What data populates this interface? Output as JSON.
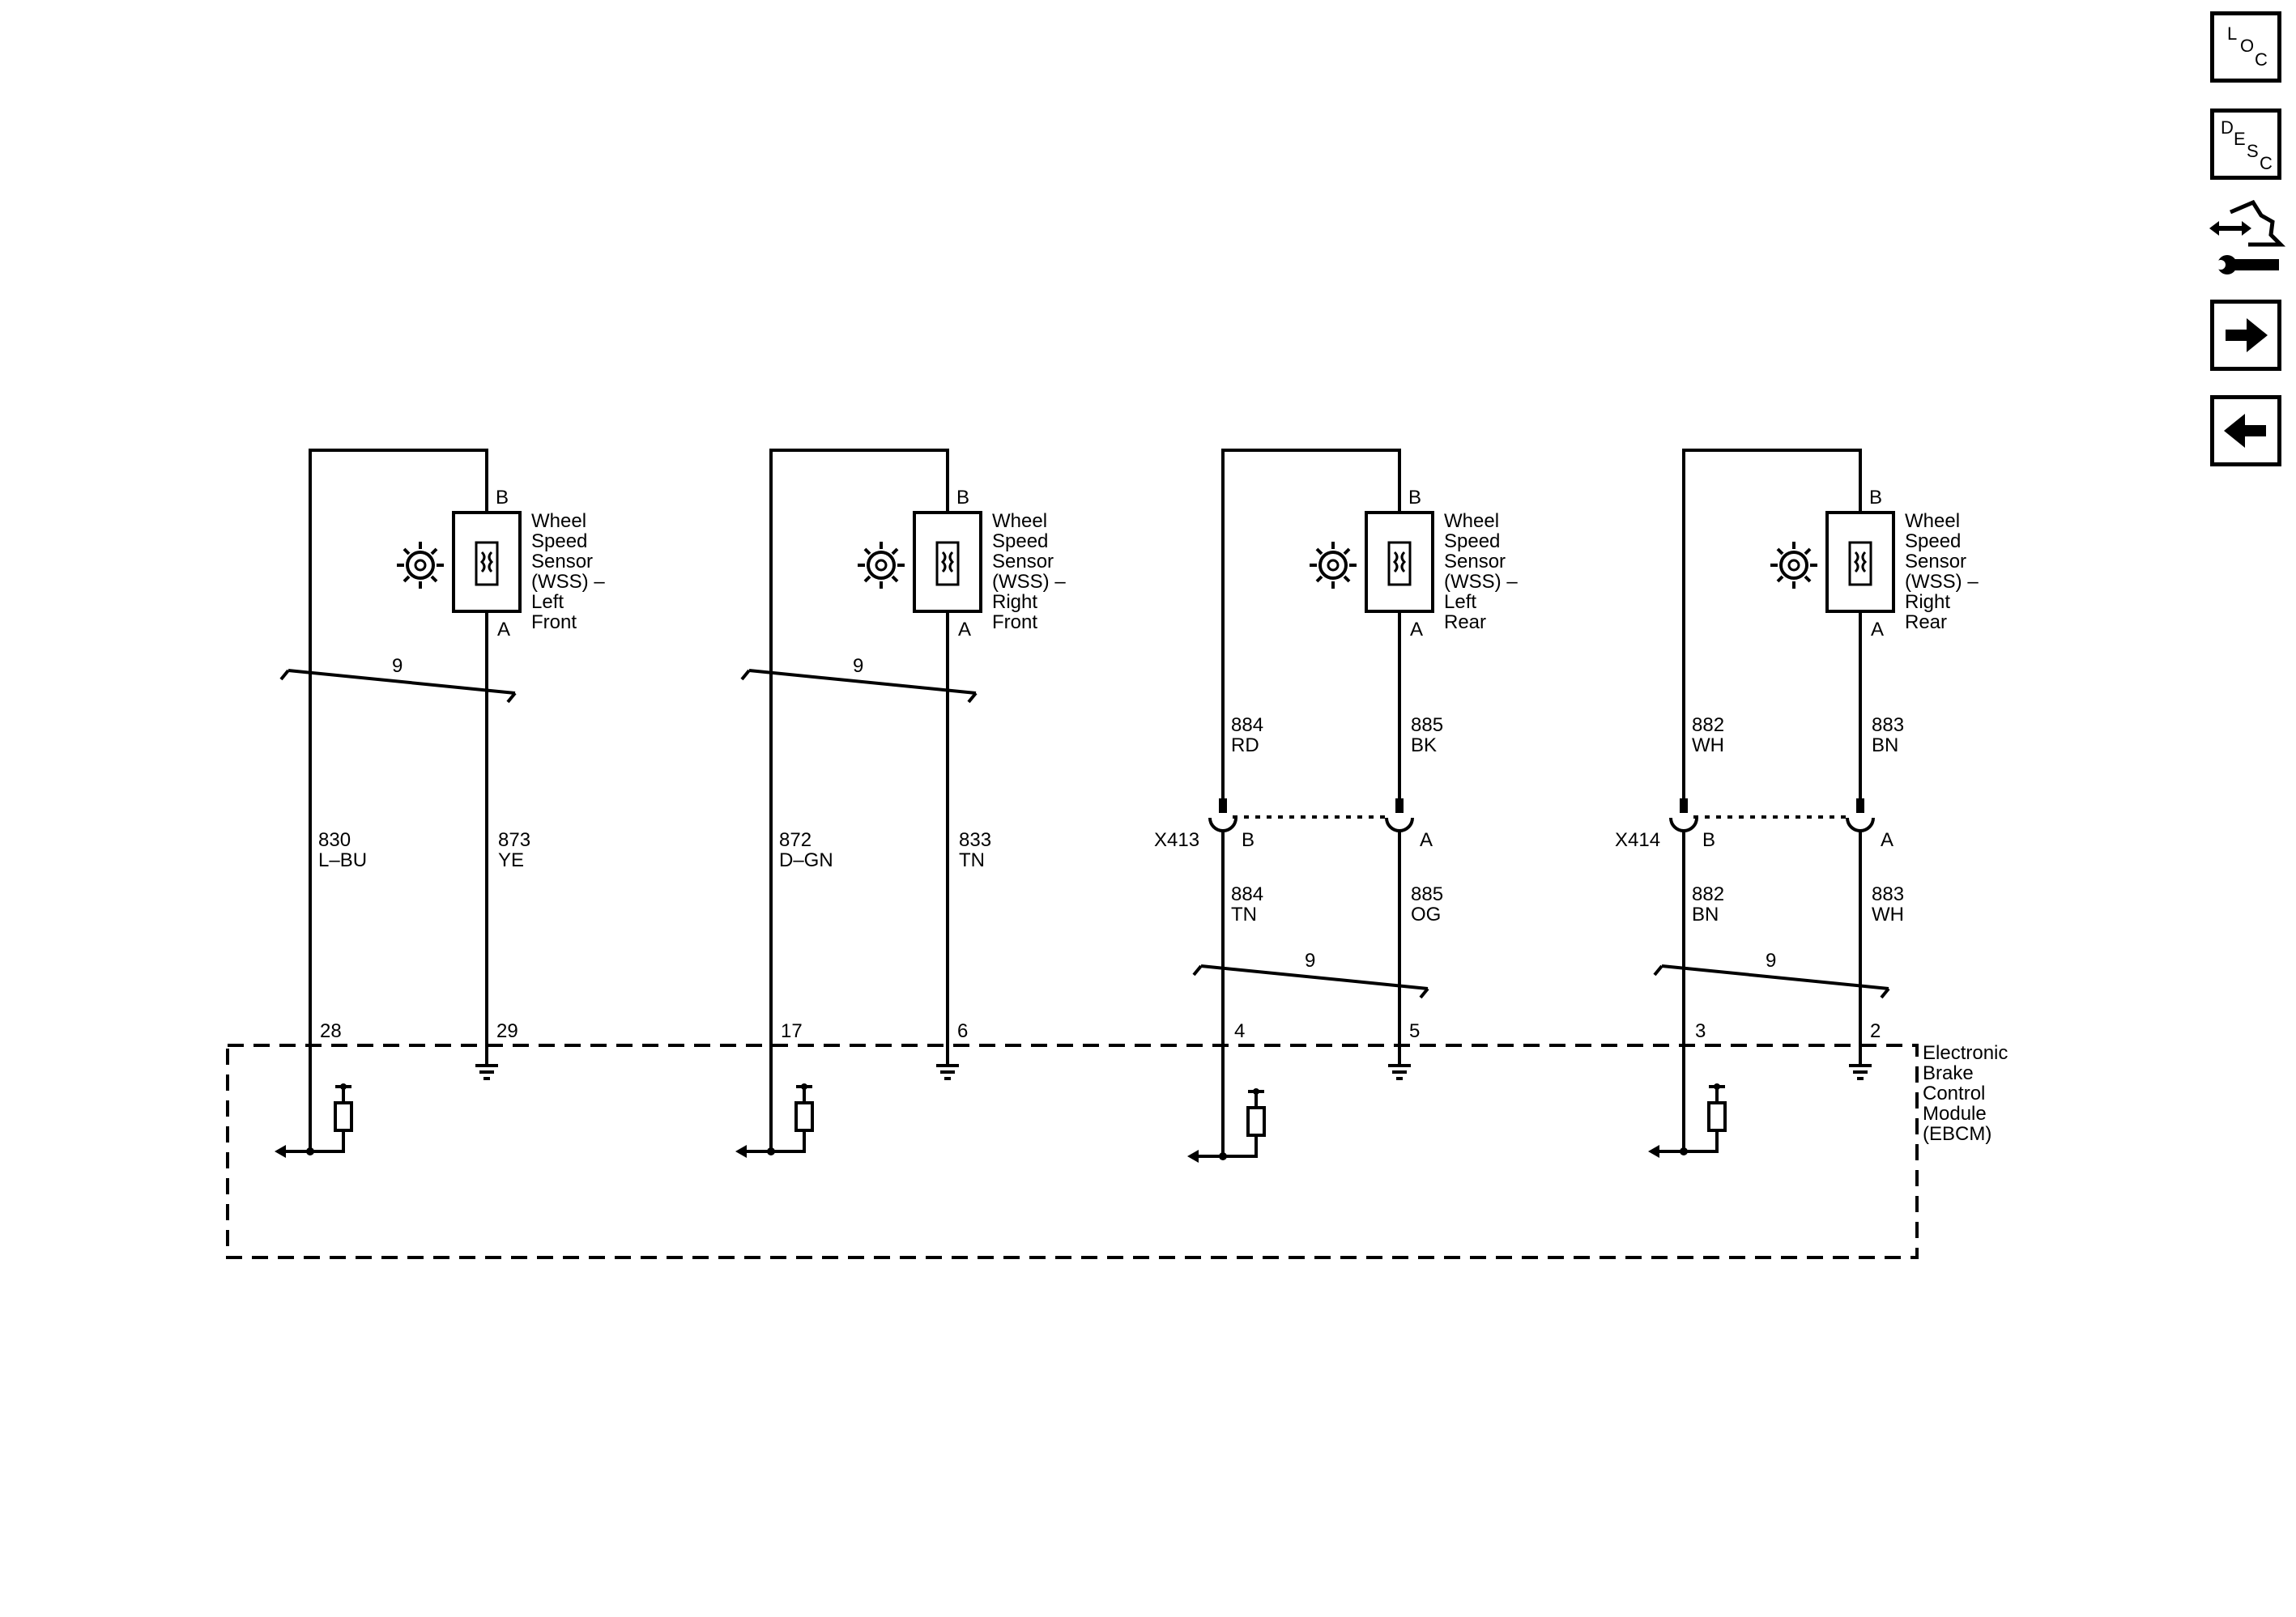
{
  "sensors": [
    {
      "lines": [
        "Wheel",
        "Speed",
        "Sensor",
        "(WSS) –",
        "Left",
        "Front"
      ],
      "pin_b": "B",
      "pin_a": "A"
    },
    {
      "lines": [
        "Wheel",
        "Speed",
        "Sensor",
        "(WSS) –",
        "Right",
        "Front"
      ],
      "pin_b": "B",
      "pin_a": "A"
    },
    {
      "lines": [
        "Wheel",
        "Speed",
        "Sensor",
        "(WSS) –",
        "Left",
        "Rear"
      ],
      "pin_b": "B",
      "pin_a": "A"
    },
    {
      "lines": [
        "Wheel",
        "Speed",
        "Sensor",
        "(WSS) –",
        "Right",
        "Rear"
      ],
      "pin_b": "B",
      "pin_a": "A"
    }
  ],
  "twist_labels": [
    "9",
    "9",
    "9",
    "9"
  ],
  "circuits": {
    "lf_left": {
      "num": "830",
      "color": "L–BU",
      "pin": "28"
    },
    "lf_right": {
      "num": "873",
      "color": "YE",
      "pin": "29"
    },
    "rf_left": {
      "num": "872",
      "color": "D–GN",
      "pin": "17"
    },
    "rf_right": {
      "num": "833",
      "color": "TN",
      "pin": "6"
    },
    "lr_left_upper": {
      "num": "884",
      "color": "RD"
    },
    "lr_right_upper": {
      "num": "885",
      "color": "BK"
    },
    "lr_left_lower": {
      "num": "884",
      "color": "TN",
      "pin": "4"
    },
    "lr_right_lower": {
      "num": "885",
      "color": "OG",
      "pin": "5"
    },
    "rr_left_upper": {
      "num": "882",
      "color": "WH"
    },
    "rr_right_upper": {
      "num": "883",
      "color": "BN"
    },
    "rr_left_lower": {
      "num": "882",
      "color": "BN",
      "pin": "3"
    },
    "rr_right_lower": {
      "num": "883",
      "color": "WH",
      "pin": "2"
    }
  },
  "connectors": [
    {
      "name": "X413",
      "pin_left": "B",
      "pin_right": "A"
    },
    {
      "name": "X414",
      "pin_left": "B",
      "pin_right": "A"
    }
  ],
  "module": {
    "lines": [
      "Electronic",
      "Brake",
      "Control",
      "Module",
      "(EBCM)"
    ]
  },
  "nav": {
    "loc": [
      "L",
      "O",
      "C"
    ],
    "desc": [
      "D",
      "E",
      "S",
      "C"
    ]
  }
}
